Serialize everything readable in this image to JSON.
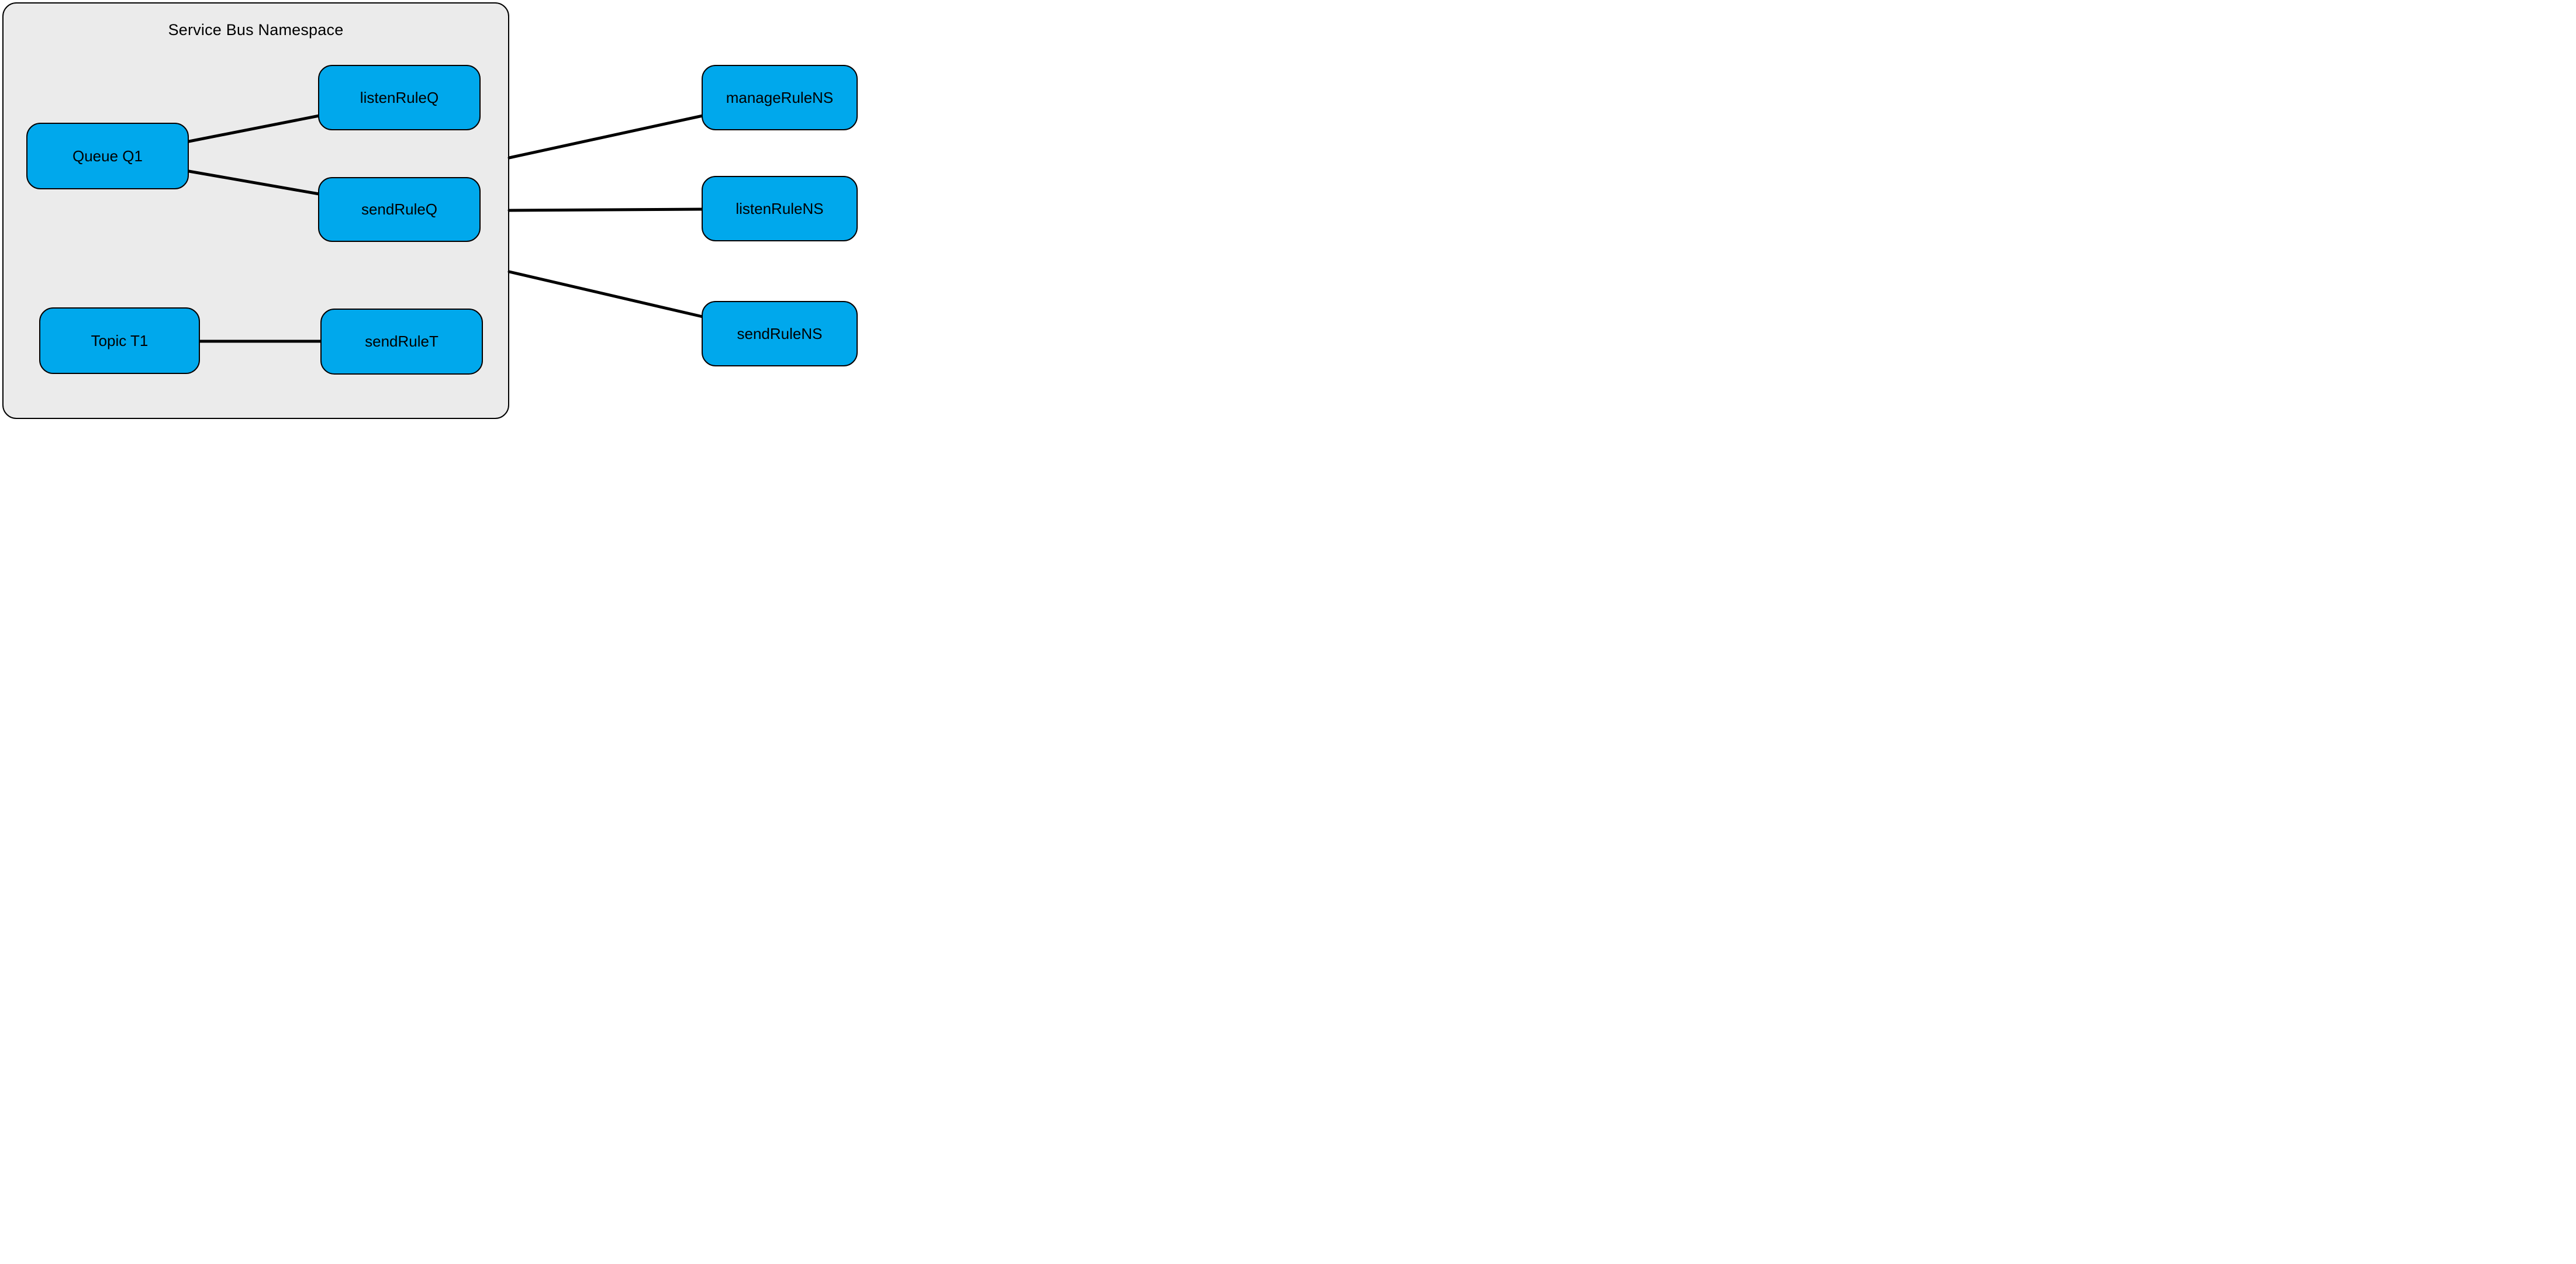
{
  "diagram": {
    "container": {
      "title": "Service Bus Namespace"
    },
    "nodes": {
      "queue_q1": "Queue Q1",
      "listen_rule_q": "listenRuleQ",
      "send_rule_q": "sendRuleQ",
      "topic_t1": "Topic T1",
      "send_rule_t": "sendRuleT",
      "manage_rule_ns": "manageRuleNS",
      "listen_rule_ns": "listenRuleNS",
      "send_rule_ns": "sendRuleNS"
    },
    "edges": [
      {
        "from": "Queue Q1",
        "to": "listenRuleQ"
      },
      {
        "from": "Queue Q1",
        "to": "sendRuleQ"
      },
      {
        "from": "Topic T1",
        "to": "sendRuleT"
      },
      {
        "from": "Service Bus Namespace",
        "to": "manageRuleNS"
      },
      {
        "from": "Service Bus Namespace",
        "to": "listenRuleNS"
      },
      {
        "from": "Service Bus Namespace",
        "to": "sendRuleNS"
      }
    ],
    "colors": {
      "node_fill": "#00A8EC",
      "node_border": "#000000",
      "container_fill": "#EBEBEB",
      "container_border": "#000000",
      "edge": "#000000",
      "background": "#FFFFFF"
    }
  }
}
